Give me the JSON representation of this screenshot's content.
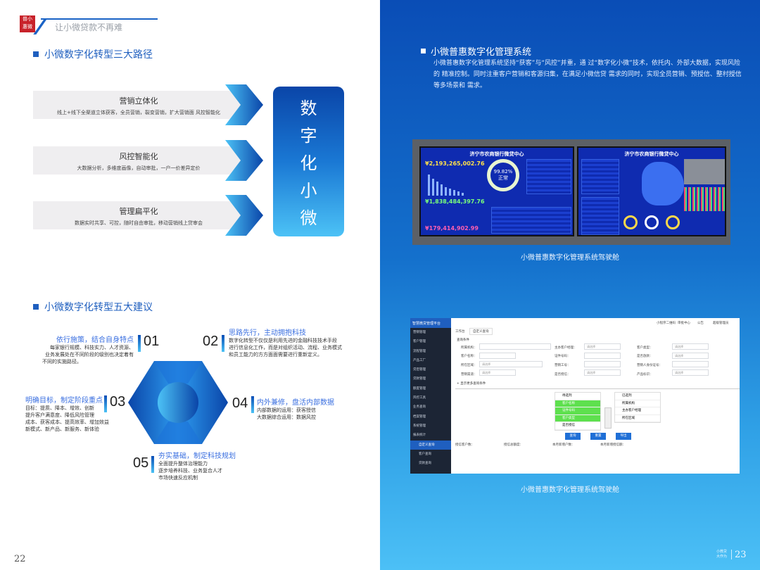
{
  "header": {
    "logo_text": "普惠小微",
    "slogan": "让小微贷款不再难"
  },
  "left_page": {
    "section1_title": "小微数字化转型三大路径",
    "paths": [
      {
        "title": "营销立体化",
        "desc": "线上+线下全渠道立体获客，全员营销，裂变营销，扩大营销面 风控智能化"
      },
      {
        "title": "风控智能化",
        "desc": "大数据分析，多维度画像，自动审批，一户一价差异定价"
      },
      {
        "title": "管理扁平化",
        "desc": "数据实时共享、可控，随时自由审批，移动营销线上贷审会"
      }
    ],
    "big_box_chars": [
      "数",
      "字",
      "化",
      "小",
      "微"
    ],
    "section2_title": "小微数字化转型五大建议",
    "advices": [
      {
        "num": "01",
        "title": "依行施策，结合自身特点",
        "lines": [
          "每家银行规模、科技实力、人才资源、",
          "业务发展处在不同阶段的级别也决定着有",
          "不同的实施路径。"
        ]
      },
      {
        "num": "02",
        "title": "思路先行，主动拥抱科技",
        "lines": [
          "数字化转型不仅仅是利用先进的金融科技技术手段",
          "进行信息化工作，而是对组织活动、流程、业务模式",
          "和员工能力的方方面面需要进行重新定义。"
        ]
      },
      {
        "num": "03",
        "title": "明确目标，制定阶段重点",
        "lines": [
          "目标：提质、降本、增效、创新",
          "提升客户满意度、降低风险管理",
          "成本、获客成本、提高效率、增加效益",
          "新模式、新产品、新服务、新体验"
        ]
      },
      {
        "num": "04",
        "title": "内外兼修，盘活内部数据",
        "lines": [
          "内部数据的运用：获客授信",
          "大数据综合运用：数据风控"
        ]
      },
      {
        "num": "05",
        "title": "夯实基础，制定科技规划",
        "lines": [
          "全面提升整体治理能力",
          "逐步培养科技、业务复合人才",
          "市场快速反应机制"
        ]
      }
    ],
    "page_number": "22"
  },
  "right_page": {
    "section_title": "小微普惠数字化管理系统",
    "body": "小微普惠数字化管理系统坚持“获客”与“风控”并重，通 过“数字化小微”技术，依托内、外部大数据，实现风险的 精准控制。同时注重客户营销和客源归集，在满足小微信贷 需求的同时，实现全员营销、预授信、整村授信等多场景和 需求。",
    "dashboard": {
      "title": "济宁市农商银行微贷中心",
      "total": "¥2,193,265,002.76",
      "gauge": "99.82%",
      "gauge_label": "正常",
      "balance": "¥1,838,484,397.76",
      "third": "¥179,414,902.99",
      "caption": "小微普惠数字化管理系统驾驶舱"
    },
    "system": {
      "platform_name": "智慧微贷管理平台",
      "menu": [
        "营销管理",
        "客户管理",
        "流程管理",
        "产品工厂",
        "贷后管理",
        "贷款管理",
        "额度管理",
        "风控工具",
        "业务查询",
        "档案管理",
        "系统管理",
        "报表统计",
        "自定义查询",
        "客户查询",
        "贷款查询"
      ],
      "tabs": [
        "工作台",
        "自定义查询"
      ],
      "top_links": [
        "小程序二维码",
        "审批中心",
        "公告",
        "超级管理员"
      ],
      "group_label": "查询条件",
      "fields": [
        "所属机构：",
        "客户名称：",
        "所在区域：",
        "营销渠道：",
        "主办客户经理：",
        "证件号码：",
        "营销工号：",
        "是否授信：",
        "客户类型：",
        "是否放款：",
        "营销人身份证号：",
        "产品标识："
      ],
      "placeholder": "请选择",
      "more_conditions": "+ 显示更多查询条件",
      "left_list": [
        "待选列",
        "客户名称",
        "证件号码",
        "客户类型",
        "是否授信"
      ],
      "right_list": [
        "已选列",
        "所属机构",
        "主办客户经理",
        "所在区域"
      ],
      "buttons": [
        "查询",
        "重置",
        "导出"
      ],
      "totals": [
        "授信客户数：",
        "授信总额度：",
        "本月新增户数：",
        "本月新增授信额："
      ],
      "caption": "小微普惠数字化管理系统驾驶舱"
    },
    "footer_logo": "小微贷 大作为",
    "page_number": "23"
  }
}
